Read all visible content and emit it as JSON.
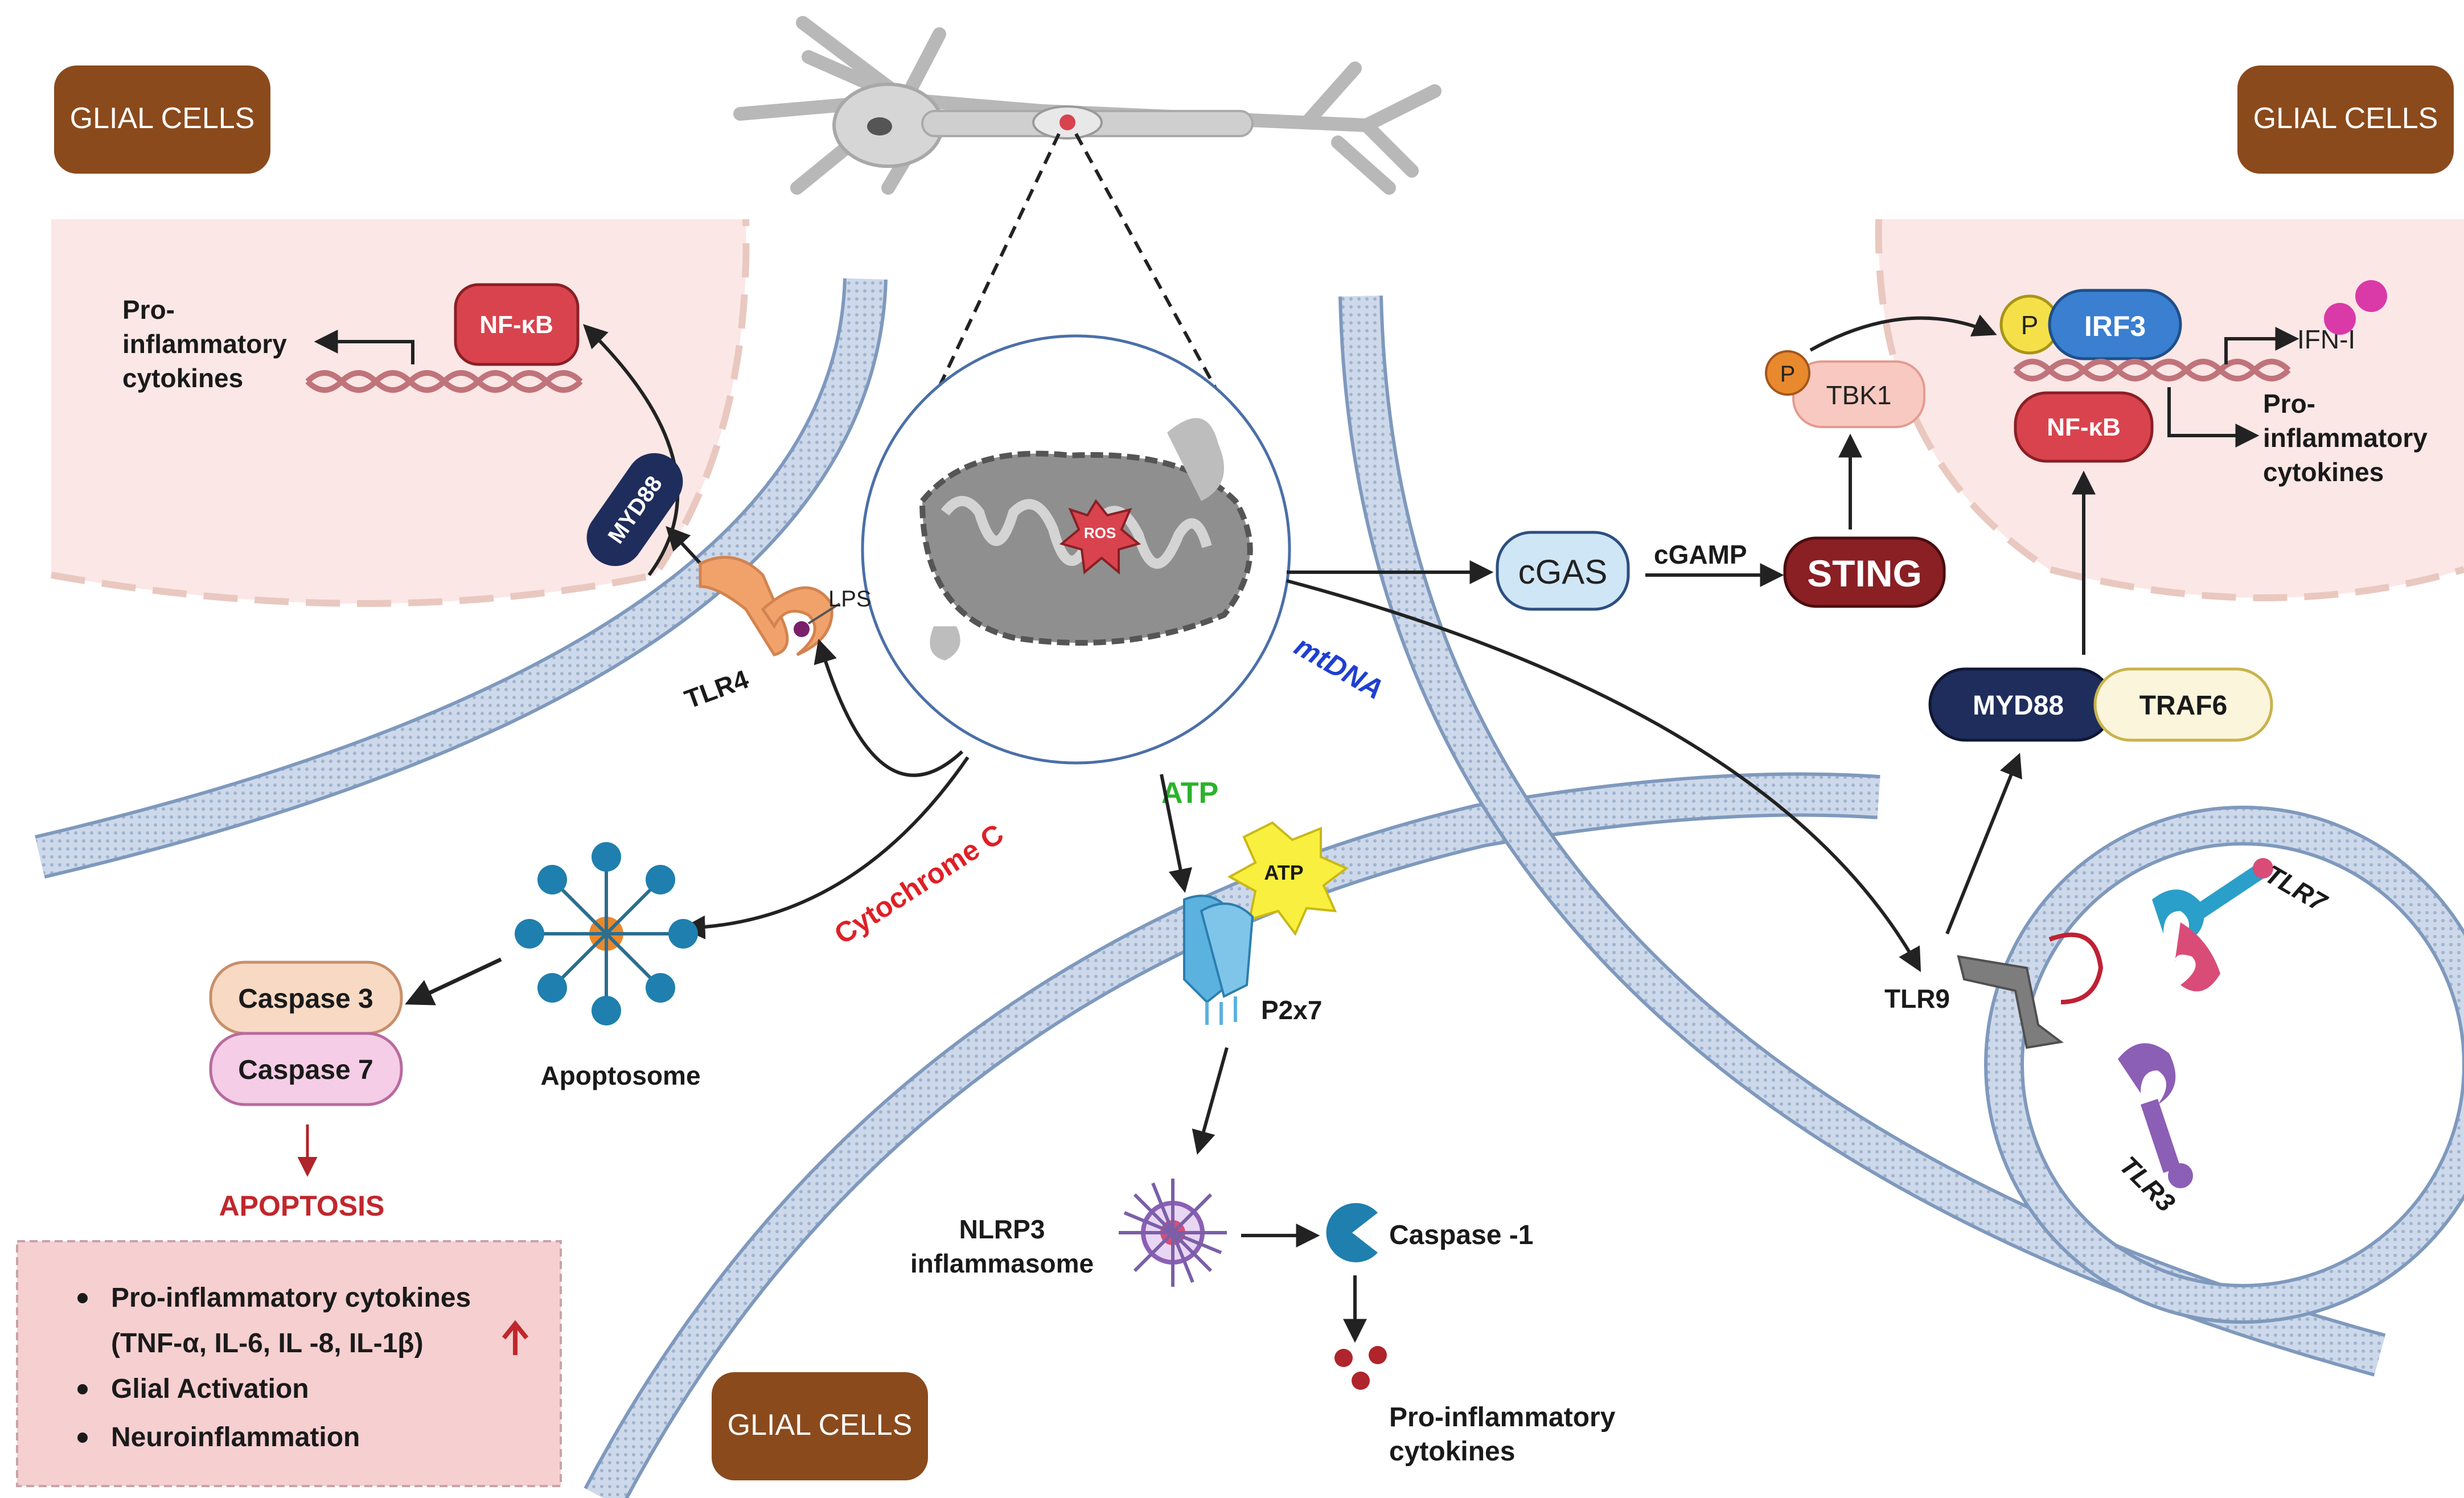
{
  "glial_cells": {
    "top_left": "GLIAL CELLS",
    "top_right": "GLIAL CELLS",
    "bottom_center": "GLIAL CELLS"
  },
  "left_panel": {
    "pro_inflammatory_line1": "Pro-",
    "pro_inflammatory_line2": "inflammatory",
    "pro_inflammatory_line3": "cytokines",
    "nfkb": "NF-κB",
    "myd88": "MYD88",
    "tlr4": "TLR4",
    "lps": "LPS"
  },
  "mitochondrion": {
    "ros": "ROS",
    "mtdna": "mtDNA",
    "cytochrome_c": "Cytochrome C",
    "atp_release": "ATP"
  },
  "sting_pathway": {
    "cgas": "cGAS",
    "cgamp": "cGAMP",
    "sting": "STING",
    "tbk1": "TBK1",
    "phospho": "P",
    "irf3": "IRF3",
    "ifn": "IFN-I",
    "nfkb": "NF-κB",
    "pro_line1": "Pro-",
    "pro_line2": "inflammatory",
    "pro_line3": "cytokines"
  },
  "tlr_pathway": {
    "myd88": "MYD88",
    "traf6": "TRAF6",
    "tlr9": "TLR9",
    "tlr7": "TLR7",
    "tlr3": "TLR3"
  },
  "apoptosis": {
    "apoptosome": "Apoptosome",
    "caspase3": "Caspase 3",
    "caspase7": "Caspase 7",
    "apoptosis": "APOPTOSIS"
  },
  "inflammasome": {
    "atp": "ATP",
    "p2x7": "P2x7",
    "nlrp3_line1": "NLRP3",
    "nlrp3_line2": "inflammasome",
    "caspase1": "Caspase -1",
    "cytokines_line1": "Pro-inflammatory",
    "cytokines_line2": "cytokines"
  },
  "summary_box": {
    "items": [
      "Pro-inflammatory cytokines",
      "(TNF-α, IL-6, IL -8, IL-1β)",
      "Glial Activation",
      "Neuroinflammation"
    ]
  },
  "colors": {
    "glial_box": "#8b4a1c",
    "nfkb": "#d9434e",
    "myd88": "#1f2d5c",
    "sting": "#8a1f24",
    "cgas": "#cfe6f7",
    "tbk1": "#f8c9c0",
    "irf3": "#3a7fd0",
    "traf6": "#fbf5dc",
    "caspase3": "#f8d9c4",
    "caspase7": "#f5cde6",
    "apoptosis_text": "#c0272d",
    "cytochrome_text": "#e01f26",
    "atp_text": "#2bb32b",
    "mtdna_text": "#1f3fd0",
    "membrane": "#c9d6e8",
    "nucleus_fill": "#fbe7e6",
    "summary_fill": "#f6cfd0"
  }
}
